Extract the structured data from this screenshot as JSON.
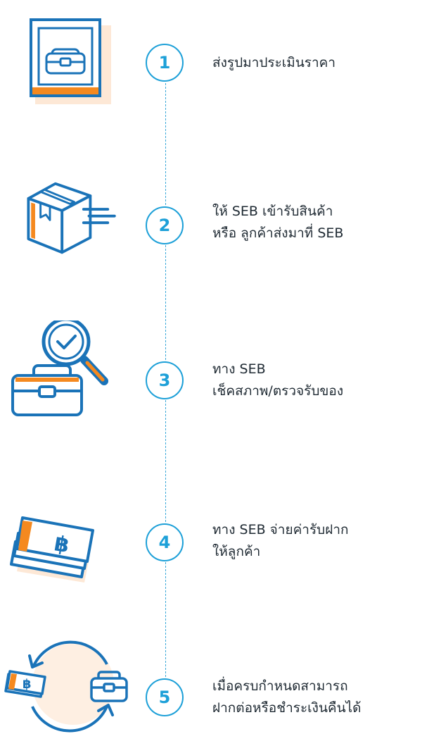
{
  "colors": {
    "accent_blue": "#1a73b8",
    "circle_blue": "#1da0d8",
    "accent_orange": "#f5891f",
    "peach": "#fde8d6"
  },
  "steps": [
    {
      "number": "1",
      "icon": "photo-frame-briefcase-icon",
      "lines": [
        "ส่งรูปมาประเมินราคา"
      ]
    },
    {
      "number": "2",
      "icon": "delivery-box-icon",
      "lines": [
        "ให้ SEB เข้ารับสินค้า",
        "หรือ ลูกค้าส่งมาที่ SEB"
      ]
    },
    {
      "number": "3",
      "icon": "inspect-briefcase-icon",
      "lines": [
        "ทาง SEB",
        "เช็คสภาพ/ตรวจรับของ"
      ]
    },
    {
      "number": "4",
      "icon": "baht-banknotes-icon",
      "lines": [
        "ทาง SEB จ่ายค่ารับฝาก",
        "ให้ลูกค้า"
      ]
    },
    {
      "number": "5",
      "icon": "renew-cycle-icon",
      "lines": [
        "เมื่อครบกำหนดสามารถ",
        "ฝากต่อหรือชำระเงินคืนได้"
      ]
    }
  ]
}
